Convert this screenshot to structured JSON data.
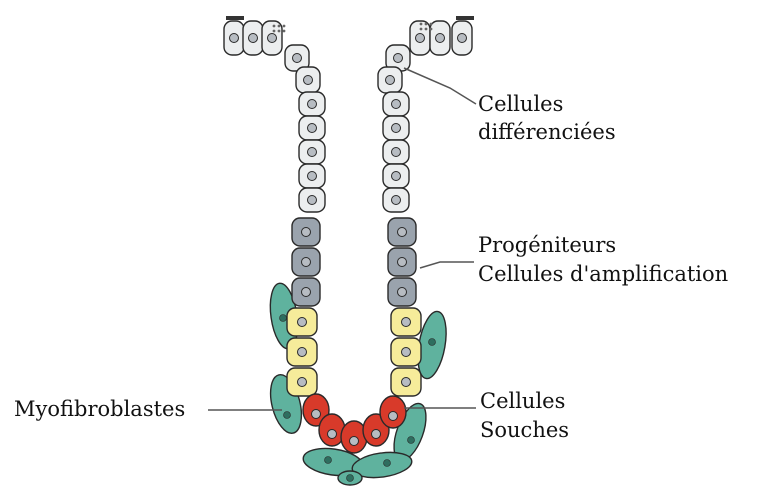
{
  "labels": {
    "differentiated_line1": "Cellules",
    "differentiated_line2": "différenciées",
    "progenitor_line1": "Progéniteurs",
    "progenitor_line2": "Cellules d'amplification",
    "myofibroblasts": "Myofibroblastes",
    "stem_line1": "Cellules",
    "stem_line2": "Souches"
  },
  "colors": {
    "differentiated": "#eceeef",
    "progenitor": "#9aa3ad",
    "amplifying": "#f6ec9a",
    "stem": "#d83a2a",
    "myofibroblast": "#5fb29e",
    "nucleus": "#b7bcc2",
    "outline": "#2a2a2a"
  }
}
